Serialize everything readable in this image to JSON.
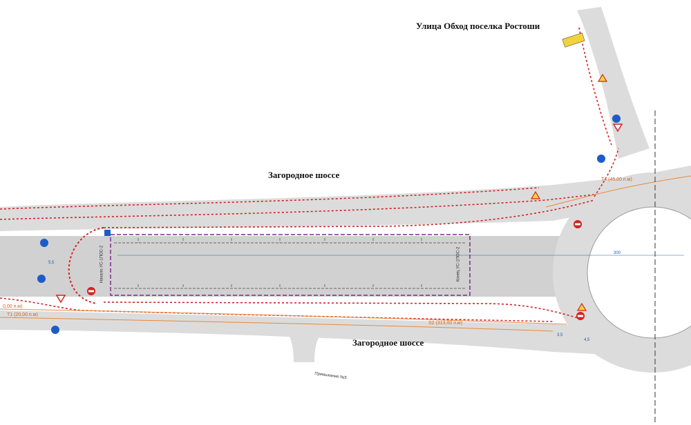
{
  "labels": {
    "street_top_right": "Улица Обход поселка Ростоши",
    "street_upper": "Загородное шоссе",
    "street_lower": "Загородное шоссе",
    "junction": "Примыкание №5"
  },
  "dimensions": {
    "left_lower_1": "0,00 п.м)",
    "left_lower_2": "T1 (20,00 п.м)",
    "mid_lower": "S2 (313,00 п.м)",
    "upper_right": "T4 (45,00 п.м)",
    "right_mid": "300",
    "dim_a": "5,5",
    "dim_b": "3,5",
    "dim_c": "4,5"
  },
  "work_zone": {
    "start_label": "Начало УС-1ПОС-2",
    "end_label": "Конец УС-1ПОС-2"
  },
  "colors": {
    "road": "#dcdcdc",
    "lane_band": "#c9c9c9",
    "barrier": "#d42121",
    "marking_orange": "#e8893a",
    "sign_blue": "#1e5bc6",
    "sign_red": "#d42121",
    "sign_yellow": "#f4d23c",
    "zone_outline": "#7a2a8a"
  }
}
